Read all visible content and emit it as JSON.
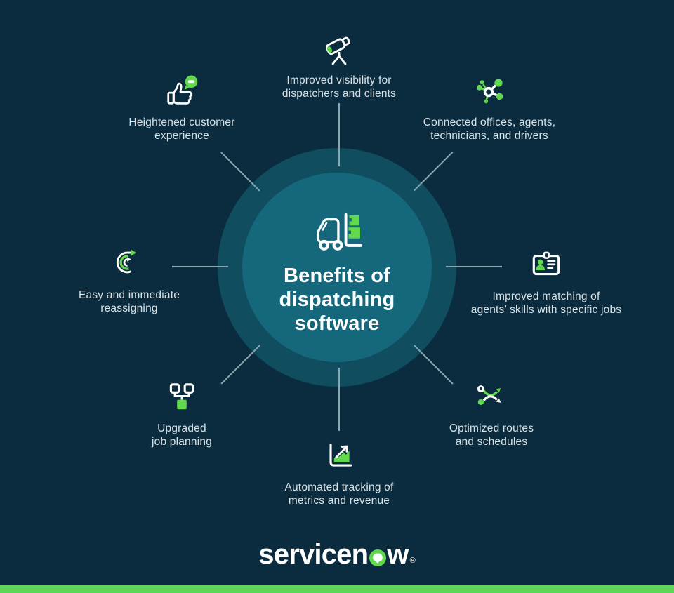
{
  "infographic": {
    "center": {
      "icon": "forklift-icon",
      "title_lines": [
        "Benefits of",
        "dispatching",
        "software"
      ]
    },
    "items": [
      {
        "key": "visibility",
        "icon": "telescope-icon",
        "lines": [
          "Improved visibility for",
          "dispatchers and clients"
        ]
      },
      {
        "key": "connected",
        "icon": "network-icon",
        "lines": [
          "Connected offices, agents,",
          "technicians, and drivers"
        ]
      },
      {
        "key": "matching",
        "icon": "id-badge-icon",
        "lines": [
          "Improved matching of",
          "agents’ skills with specific jobs"
        ]
      },
      {
        "key": "routes",
        "icon": "crossed-routes-icon",
        "lines": [
          "Optimized routes",
          "and schedules"
        ]
      },
      {
        "key": "tracking",
        "icon": "area-chart-icon",
        "lines": [
          "Automated tracking of",
          "metrics and revenue"
        ]
      },
      {
        "key": "planning",
        "icon": "hierarchy-icon",
        "lines": [
          "Upgraded",
          "job planning"
        ]
      },
      {
        "key": "reassigning",
        "icon": "circular-arrows-icon",
        "lines": [
          "Easy and immediate",
          "reassigning"
        ]
      },
      {
        "key": "experience",
        "icon": "thumbs-up-icon",
        "lines": [
          "Heightened customer",
          "experience"
        ]
      }
    ],
    "logo": {
      "brand": "servicenow",
      "text_before_o": "servicen",
      "text_after_o": "w",
      "registered": "®"
    },
    "colors": {
      "background": "#0a2c3e",
      "outer_ring": "#0f4d5f",
      "inner_circle": "#15687b",
      "accent_green": "#62d84e",
      "connector_line": "#8ba6b1",
      "label_text": "#d8e2e6",
      "title_text": "#ffffff",
      "bottom_bar": "#5ed65a"
    }
  }
}
